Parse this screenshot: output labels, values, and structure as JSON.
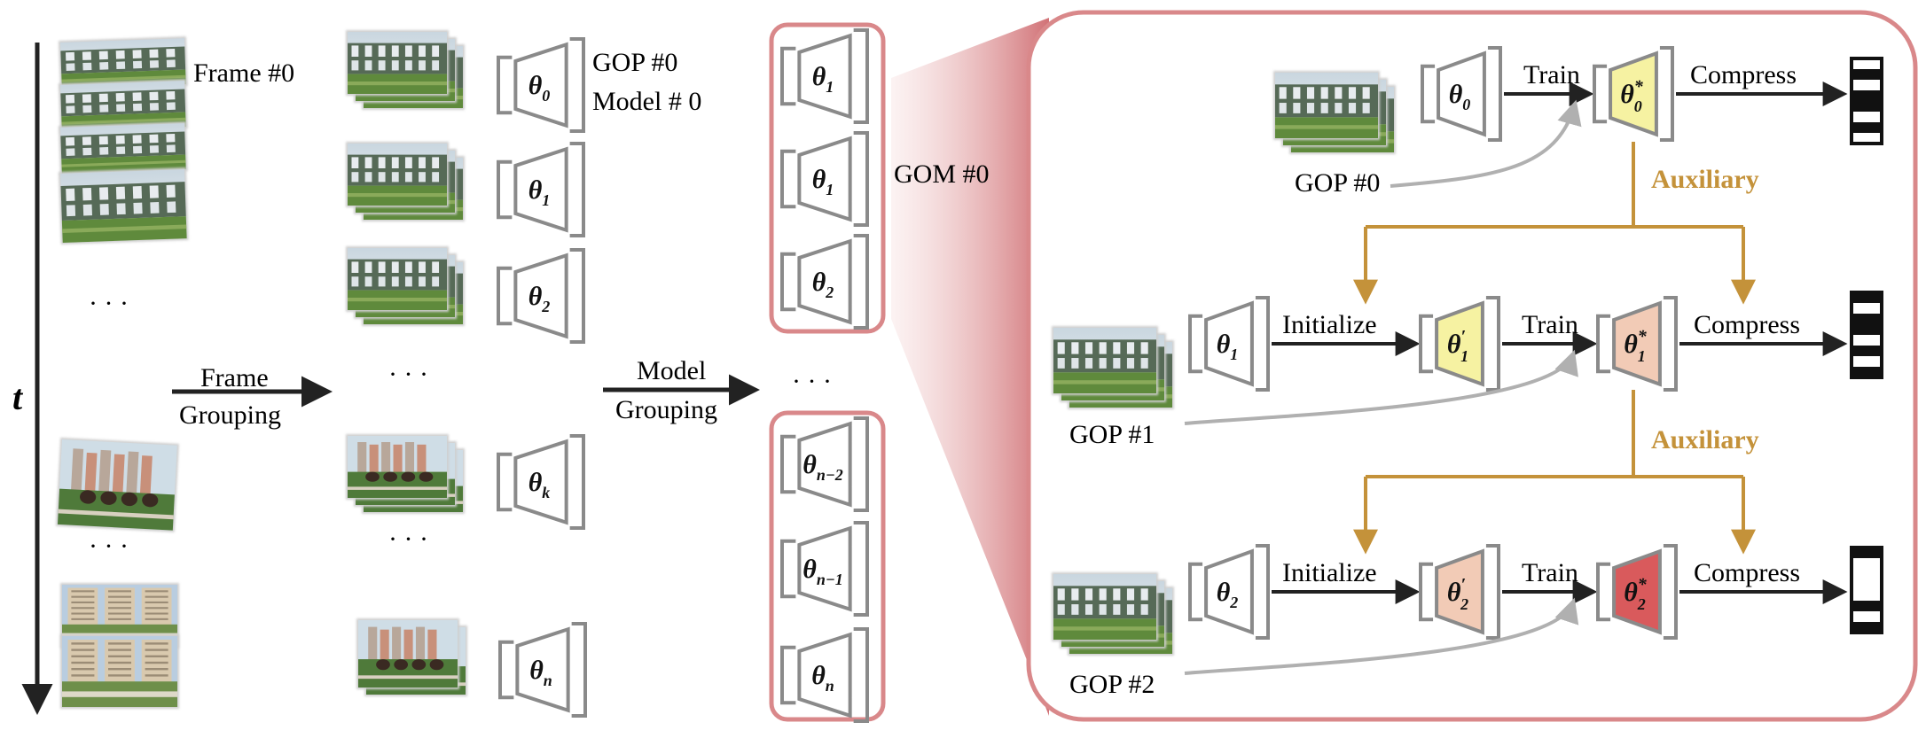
{
  "time_axis": {
    "label": "t"
  },
  "labels": {
    "frame0": "Frame #0",
    "gop0_line1": "GOP #0",
    "gop0_line2": "Model # 0",
    "frame_grouping_1": "Frame",
    "frame_grouping_2": "Grouping",
    "model_grouping_1": "Model",
    "model_grouping_2": "Grouping",
    "gom0": "GOM #0",
    "ellipsis": "· · ·"
  },
  "models": {
    "theta_0": {
      "base": "θ",
      "sub": "0"
    },
    "theta_1": {
      "base": "θ",
      "sub": "1"
    },
    "theta_2": {
      "base": "θ",
      "sub": "2"
    },
    "theta_k": {
      "base": "θ",
      "sub": "k"
    },
    "theta_n": {
      "base": "θ",
      "sub": "n"
    },
    "theta_n_minus_2": {
      "base": "θ",
      "sub": "n−2"
    },
    "theta_n_minus_1": {
      "base": "θ",
      "sub": "n−1"
    }
  },
  "detail": {
    "rows": [
      {
        "gop_label": "GOP #0",
        "input": {
          "base": "θ",
          "sub": "0"
        },
        "trained": {
          "base": "θ",
          "sub": "0",
          "sup": "*"
        },
        "train": "Train",
        "compress": "Compress"
      },
      {
        "gop_label": "GOP #1",
        "input": {
          "base": "θ",
          "sub": "1"
        },
        "init": {
          "base": "θ",
          "sub": "1",
          "sup": "′"
        },
        "trained": {
          "base": "θ",
          "sub": "1",
          "sup": "*"
        },
        "initialize": "Initialize",
        "train": "Train",
        "compress": "Compress"
      },
      {
        "gop_label": "GOP #2",
        "input": {
          "base": "θ",
          "sub": "2"
        },
        "init": {
          "base": "θ",
          "sub": "2",
          "sup": "′"
        },
        "trained": {
          "base": "θ",
          "sub": "2",
          "sup": "*"
        },
        "initialize": "Initialize",
        "train": "Train",
        "compress": "Compress"
      }
    ],
    "auxiliary": "Auxiliary"
  },
  "colors": {
    "frame_red": "#d9888a",
    "aux_gold": "#c4923a",
    "yellow_fill": "#f6f2a2",
    "peach_fill": "#f2cbb6",
    "red_fill": "#d95a5c",
    "model_stroke": "#8a8a8a",
    "arrow_dark": "#222222",
    "arrow_gray": "#b0b0b0"
  }
}
